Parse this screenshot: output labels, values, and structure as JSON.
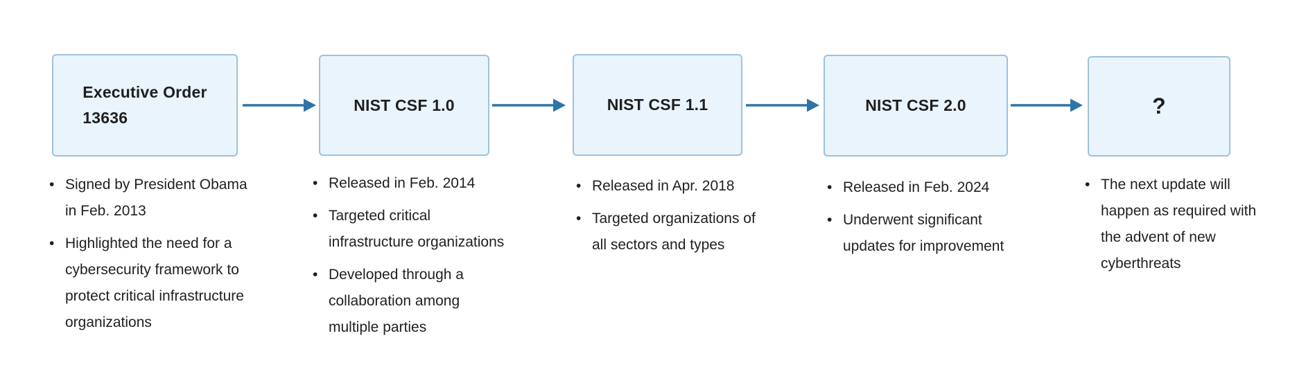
{
  "colors": {
    "box_fill": "#eaf4fc",
    "box_border": "#9fc1dc",
    "arrow": "#2e74a8",
    "text": "#1f1f1f"
  },
  "diagram": {
    "stages": [
      {
        "title": "Executive Order 13636",
        "bullets": [
          "Signed by President Obama\nin Feb. 2013",
          "Highlighted the need for a\ncybersecurity framework to\nprotect critical infrastructure\norganizations"
        ]
      },
      {
        "title": "NIST CSF 1.0",
        "bullets": [
          "Released in Feb. 2014",
          "Targeted critical\ninfrastructure organizations",
          "Developed through a\ncollaboration among\nmultiple parties"
        ]
      },
      {
        "title": "NIST CSF 1.1",
        "bullets": [
          "Released in Apr. 2018",
          "Targeted organizations of\nall sectors and types"
        ]
      },
      {
        "title": "NIST CSF 2.0",
        "bullets": [
          "Released in Feb. 2024",
          "Underwent significant\nupdates for improvement"
        ]
      },
      {
        "title": "?",
        "bullets": [
          "The next update will\nhappen as required with\nthe advent of new\ncyberthreats"
        ]
      }
    ]
  }
}
